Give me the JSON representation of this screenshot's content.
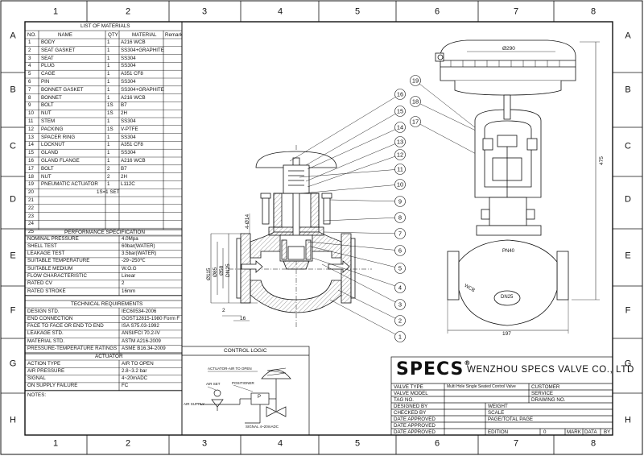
{
  "zones": {
    "columns": [
      "1",
      "2",
      "3",
      "4",
      "5",
      "6",
      "7",
      "8"
    ],
    "rows": [
      "A",
      "B",
      "C",
      "D",
      "E",
      "F",
      "G",
      "H"
    ]
  },
  "materials": {
    "title": "LIST OF MATERIALS",
    "headers": [
      "NO.",
      "NAME",
      "QTY",
      "MATERIAL",
      "Remark"
    ],
    "rows": [
      [
        "1",
        "BODY",
        "1",
        "A216 WCB",
        ""
      ],
      [
        "2",
        "SEAT GASKET",
        "1",
        "SS304+GRAPHITE",
        ""
      ],
      [
        "3",
        "SEAT",
        "1",
        "SS304",
        ""
      ],
      [
        "4",
        "PLUG",
        "1",
        "SS304",
        ""
      ],
      [
        "5",
        "CAGE",
        "1",
        "A351 CF8",
        ""
      ],
      [
        "6",
        "PIN",
        "1",
        "SS304",
        ""
      ],
      [
        "7",
        "BONNET GASKET",
        "1",
        "SS304+GRAPHITE",
        ""
      ],
      [
        "8",
        "BONNET",
        "1",
        "A216 WCB",
        ""
      ],
      [
        "9",
        "BOLT",
        "1S",
        "B7",
        ""
      ],
      [
        "10",
        "NUT",
        "1S",
        "2H",
        ""
      ],
      [
        "11",
        "STEM",
        "1",
        "SS304",
        ""
      ],
      [
        "12",
        "PACKING",
        "1S",
        "V-PTFE",
        ""
      ],
      [
        "13",
        "SPACER RING",
        "1",
        "SS304",
        ""
      ],
      [
        "14",
        "LOCKNUT",
        "1",
        "A351 CF8",
        ""
      ],
      [
        "15",
        "GLAND",
        "1",
        "SS304",
        ""
      ],
      [
        "16",
        "GLAND FLANGE",
        "1",
        "A216 WCB",
        ""
      ],
      [
        "17",
        "BOLT",
        "2",
        "B7",
        ""
      ],
      [
        "18",
        "NUT",
        "2",
        "2H",
        ""
      ],
      [
        "19",
        "PNEUMATIC ACTUATOR",
        "1",
        "L112C",
        ""
      ],
      [
        "20",
        "",
        "1S=1 SET",
        "",
        ""
      ],
      [
        "21",
        "",
        "",
        "",
        ""
      ],
      [
        "22",
        "",
        "",
        "",
        ""
      ],
      [
        "23",
        "",
        "",
        "",
        ""
      ],
      [
        "24",
        "",
        "",
        "",
        ""
      ],
      [
        "25",
        "",
        "",
        "",
        ""
      ]
    ]
  },
  "performance": {
    "title": "PERFORMANCE SPECIFICATION",
    "rows": [
      [
        "NOMINAL PRESSURE",
        "4.0Mpa"
      ],
      [
        "SHELL TEST",
        "60bar(WATER)"
      ],
      [
        "LEAKAGE TEST",
        "3.5bar(WATER)"
      ],
      [
        "SUITABLE TEMPERATURE",
        "-29~250℃"
      ],
      [
        "SUITABLE MEDIUM",
        "W.O.G"
      ],
      [
        "FLOW CHARACTERISTIC",
        "Linear"
      ],
      [
        "RATED CV",
        "2"
      ],
      [
        "RATED STROKE",
        "16mm"
      ]
    ]
  },
  "technical": {
    "title": "TECHNICAL REQUIREMENTS",
    "rows": [
      [
        "DESIGN STD.",
        "IEC60534-2006"
      ],
      [
        "END CONNECTION",
        "GOST12815-1980 Form F"
      ],
      [
        "FACE TO FACE OR END TO END",
        "ISA S75.03-1992"
      ],
      [
        "LEAKAGE STD.",
        "ANSI/FCI 70.2-IV"
      ],
      [
        "MATERIAL STD.",
        "ASTM A216-2009"
      ],
      [
        "PRESSURE-TEMPERATURE RATINGS",
        "ASME B16.34-2009"
      ]
    ]
  },
  "actuator": {
    "title": "ACTUATOR",
    "rows": [
      [
        "ACTION TYPE",
        "AIR TO OPEN"
      ],
      [
        "AIR PRESSURE",
        "2.8~3.2 bar"
      ],
      [
        "SIGNAL",
        "4~20mADC"
      ],
      [
        "ON SUPPLY FAILURE",
        "FC"
      ]
    ]
  },
  "notes_label": "NOTES:",
  "control_logic": {
    "title": "CONTROL LOGIC",
    "actuator_label": "ACTUATOR-AIR TO OPEN",
    "air_set": "AIR SET",
    "positioner": "POSITIONER",
    "air_supply": "AIR SUPPLY",
    "signal": "SIGNAL 4~20mADC",
    "p_label": "P"
  },
  "drawing": {
    "bubbles": [
      "1",
      "2",
      "3",
      "4",
      "5",
      "6",
      "7",
      "8",
      "9",
      "10",
      "11",
      "12",
      "13",
      "14",
      "15",
      "16",
      "17",
      "18",
      "19"
    ],
    "dims": {
      "d115": "Ø115",
      "d85": "Ø85",
      "d58": "Ø58",
      "dn25": "DN25",
      "d14": "4-Ø14",
      "two": "2",
      "sixteen": "16",
      "d290": "Ø290",
      "h475": "475",
      "w197": "197"
    },
    "body_marks": {
      "pn": "PN40",
      "dn": "DN25",
      "wcb": "WCB"
    }
  },
  "titleblock": {
    "logo": "SPECS",
    "reg": "®",
    "company": "WENZHOU SPECS VALVE CO., LTD",
    "valve_type_label": "VALVE TYPE",
    "valve_type_value": "Multi Hole Single Seated Control Valve",
    "customer_label": "CUSTOMER",
    "valve_model_label": "VALVE MODEL",
    "service_label": "SERVICE",
    "tag_label": "TAG NO.",
    "drawing_no_label": "DRAWING NO.",
    "designed_label": "DESIGNED BY",
    "weight_label": "WEIGHT",
    "checked_label": "CHECKED BY",
    "scale_label": "SCALE",
    "date_approved_label": "DATE APPROVED",
    "page_label": "PAGE/TOTAL PAGE",
    "edition_label": "EDITION",
    "edition_value": "0",
    "mark_label": "MARK",
    "data_label": "DATA",
    "by_label": "BY"
  },
  "colors": {
    "line": "#111111",
    "paper": "#ffffff",
    "hatch": "#555555"
  }
}
